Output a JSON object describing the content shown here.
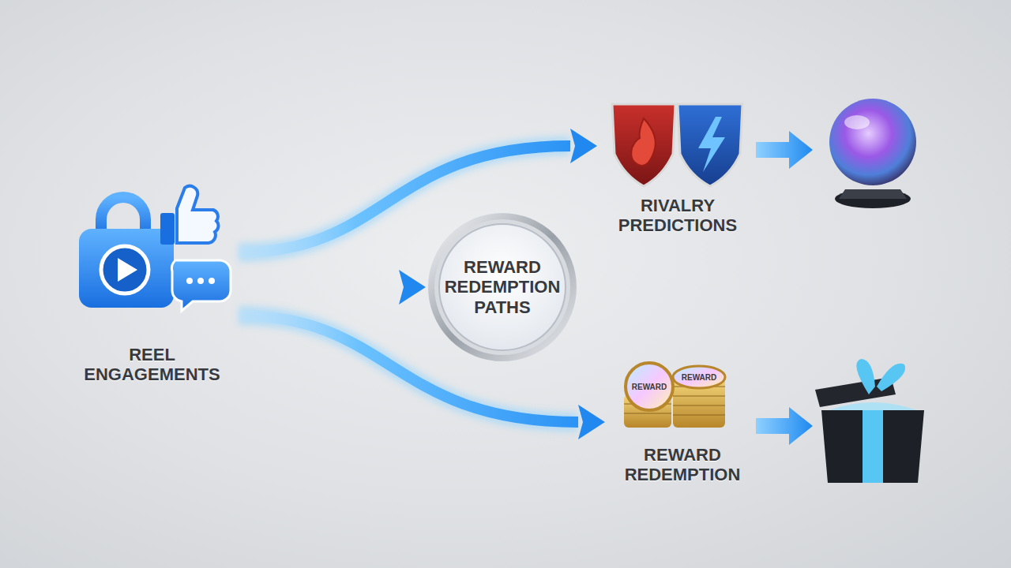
{
  "diagram": {
    "nodes": [
      {
        "text": [
          "REEL ENGAGEMENTS"
        ]
      },
      {
        "text": [
          "REWARD REDEMPTION PATHS"
        ]
      },
      {
        "text": [
          "RIVALRY PREDICTIONS"
        ]
      },
      {
        "text": [
          "REWARD REDEMPTION"
        ]
      }
    ],
    "edges": [
      {
        "from": 0,
        "to": 2,
        "arrow": "to"
      },
      {
        "from": 0,
        "to": 1,
        "arrow": "to"
      },
      {
        "from": 0,
        "to": 3,
        "arrow": "to"
      }
    ],
    "labels": [
      "REWARD",
      "REWARD"
    ]
  }
}
